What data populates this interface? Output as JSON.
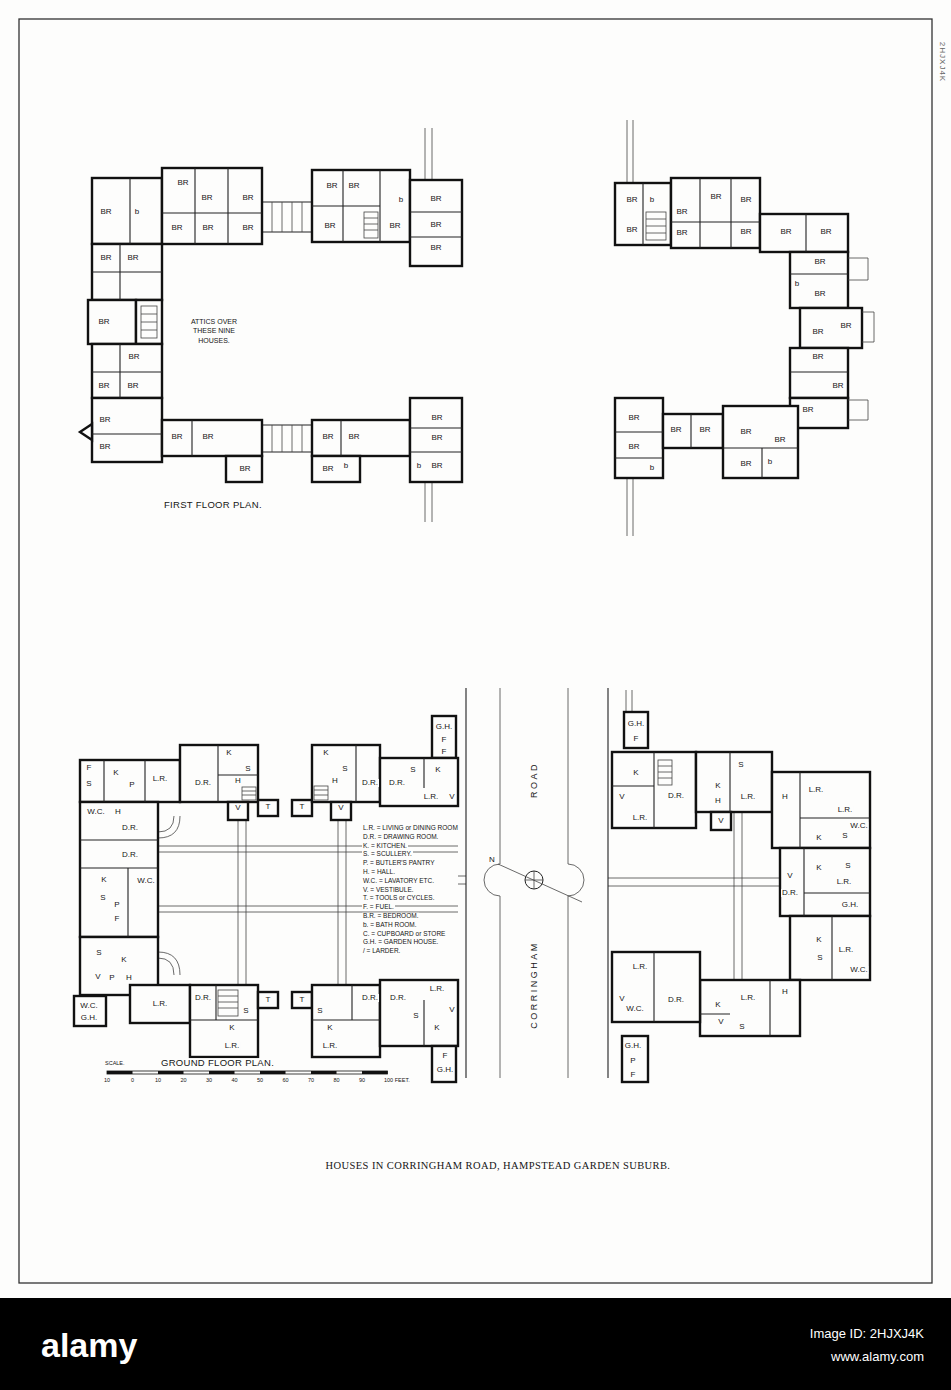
{
  "diagram": {
    "title": "HOUSES IN CORRINGHAM ROAD, HAMPSTEAD GARDEN SUBURB.",
    "labels": [
      "2HJXJ4K",
      "BR",
      "b",
      "BR",
      "BR",
      "BR",
      "BR",
      "BR",
      "BR",
      "BR",
      "BR",
      "BR",
      "BR",
      "b",
      "BR",
      "BR",
      "BR",
      "BR",
      "BR",
      "BR",
      "BR",
      "BR",
      "BR",
      "BR",
      "BR",
      "BR",
      "BR",
      "BR",
      "BR",
      "BR",
      "BR",
      "b",
      "BR",
      "BR",
      "b",
      "BR",
      "ATTICS OVER THESE NINE HOUSES.",
      "FIRST FLOOR PLAN.",
      "BR",
      "b",
      "BR",
      "BR",
      "BR",
      "BR",
      "BR",
      "BR",
      "BR",
      "BR",
      "BR",
      "b",
      "BR",
      "BR",
      "BR",
      "BR",
      "BR",
      "BR",
      "BR",
      "BR",
      "b",
      "BR",
      "BR",
      "BR",
      "BR",
      "BR",
      "b",
      "F",
      "S",
      "K",
      "P",
      "L.R.",
      "D.R.",
      "K",
      "S",
      "H",
      "V",
      "T",
      "T",
      "K",
      "S",
      "H",
      "V",
      "D.R.",
      "D.R.",
      "S",
      "K",
      "L.R.",
      "V",
      "G.H.",
      "F",
      "F",
      "W.C.",
      "H",
      "D.R.",
      "D.R.",
      "K",
      "S",
      "W.C.",
      "P",
      "F",
      "S",
      "K",
      "V",
      "P",
      "H",
      "W.C.",
      "G.H.",
      "L.R.",
      "D.R.",
      "S",
      "K",
      "L.R.",
      "T",
      "T",
      "S",
      "K",
      "L.R.",
      "D.R.",
      "D.R.",
      "L.R.",
      "V",
      "S",
      "K",
      "F",
      "G.H.",
      "L.R. = LIVING or DINING ROOM",
      "D.R. = DRAWING ROOM.",
      "K. = KITCHEN.",
      "S. = SCULLERY.",
      "P. = BUTLER'S PANTRY",
      "H. = HALL.",
      "W.C. = LAVATORY ETC.",
      "V. = VESTIBULE.",
      "T. = TOOLS or CYCLES.",
      "F. = FUEL.",
      "B.R. = BEDROOM.",
      "b. = BATH ROOM.",
      "C. = CUPBOARD or STORE",
      "G.H. = GARDEN HOUSE.",
      "/ = LARDER.",
      "N",
      "ROAD",
      "CORRINGHAM",
      "G.H.",
      "F",
      "K",
      "V",
      "D.R.",
      "L.R.",
      "S",
      "K",
      "H",
      "L.R.",
      "V",
      "H",
      "L.R.",
      "L.R.",
      "K",
      "S",
      "W.C.",
      "V",
      "K",
      "S",
      "L.R.",
      "D.R.",
      "G.H.",
      "K",
      "L.R.",
      "S",
      "W.C.",
      "H",
      "L.R.",
      "K",
      "V",
      "S",
      "L.R.",
      "V",
      "W.C.",
      "D.R.",
      "G.H.",
      "P",
      "F",
      "SCALE.",
      "GROUND FLOOR PLAN.",
      "10",
      "0",
      "10",
      "20",
      "30",
      "40",
      "50",
      "60",
      "70",
      "80",
      "90",
      "100 FEET.",
      "alamy",
      "Image ID: 2HJXJ4K",
      "www.alamy.com"
    ]
  }
}
